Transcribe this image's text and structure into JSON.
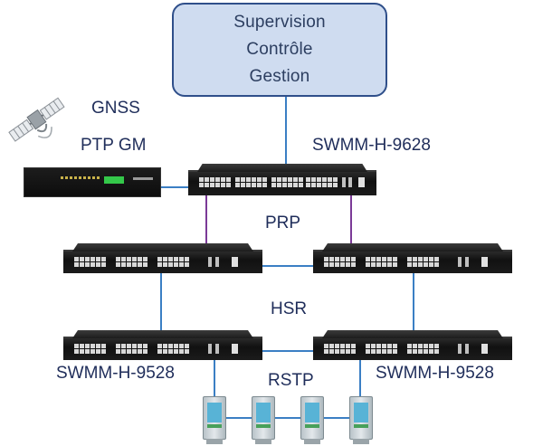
{
  "supervision": {
    "lines": [
      "Supervision",
      "Contrôle",
      "Gestion"
    ]
  },
  "labels": {
    "gnss": "GNSS",
    "ptp_gm": "PTP GM",
    "top_switch": "SWMM-H-9628",
    "prp": "PRP",
    "hsr": "HSR",
    "bottom_left_switch": "SWMM-H-9528",
    "rstp": "RSTP",
    "bottom_right_switch": "SWMM-H-9528"
  },
  "colors": {
    "prp_link": "#7b3a97",
    "hsr_link": "#3b7fc4",
    "supervision_fill": "#cfdcf0",
    "supervision_border": "#2f4f8a",
    "label_text": "#1f2d5a"
  },
  "icons": {
    "satellite": "satellite-icon",
    "field_device": "field-device-icon"
  }
}
